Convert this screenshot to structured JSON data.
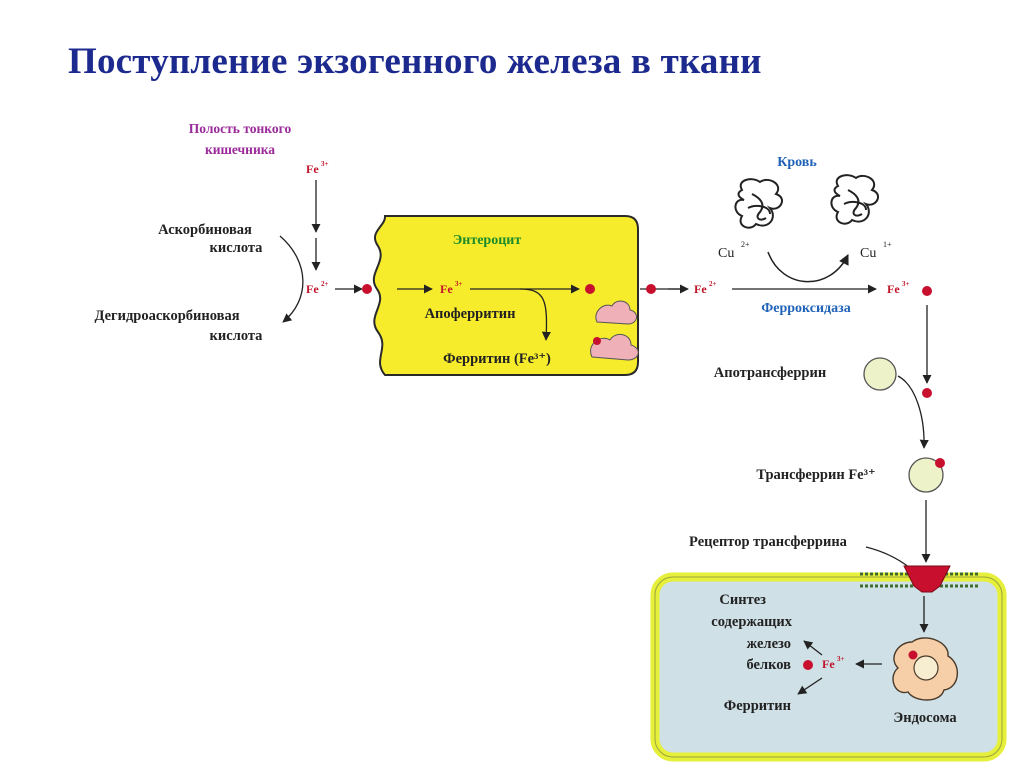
{
  "title": "Поступление экзогенного железа в ткани",
  "labels": {
    "lumen_line1": "Полость тонкого",
    "lumen_line2": "кишечника",
    "ascorbic_line1": "Аскорбиновая",
    "ascorbic_line2": "кислота",
    "dehydro_line1": "Дегидроаскорбиновая",
    "dehydro_line2": "кислота",
    "enterocyte": "Энтероцит",
    "apoferritin": "Апоферритин",
    "ferritin_enterocyte": "Ферритин (Fe³⁺)",
    "blood": "Кровь",
    "ferroxidase": "Ферроксидаза",
    "apotransferrin": "Апотрансферрин",
    "transferrin": "Трансферрин Fe³⁺",
    "receptor": "Рецептор трансферрина",
    "synthesis_line1": "Синтез",
    "synthesis_line2": "содержащих",
    "synthesis_line3": "железо",
    "synthesis_line4": "белков",
    "ferritin_cell": "Ферритин",
    "endosome": "Эндосома"
  },
  "ions": {
    "fe3_lumen": {
      "base": "Fe",
      "sup": "3+"
    },
    "fe2_lumen": {
      "base": "Fe",
      "sup": "2+"
    },
    "fe3_enterocyte": {
      "base": "Fe",
      "sup": "3+"
    },
    "fe2_exit": {
      "base": "Fe",
      "sup": "2+"
    },
    "fe3_blood": {
      "base": "Fe",
      "sup": "3+"
    },
    "cu2": {
      "base": "Cu",
      "sup": "2+"
    },
    "cu1": {
      "base": "Cu",
      "sup": "1+"
    },
    "fe3_cell": {
      "base": "Fe",
      "sup": "3+"
    }
  },
  "colors": {
    "title": "#1c2a8f",
    "enterocyte_fill": "#f7ec2c",
    "cell_fill": "#cfe0e6",
    "cell_border": "#e6ef3a",
    "iron_dot": "#c8102e",
    "lumen_label": "#9a2a9a",
    "enterocyte_label": "#1a8a2a",
    "blood_label": "#1f62b8",
    "ferroxidase_label": "#1f62b8",
    "ion_text": "#c0152a",
    "transferrin_fill": "#eef2c8"
  }
}
